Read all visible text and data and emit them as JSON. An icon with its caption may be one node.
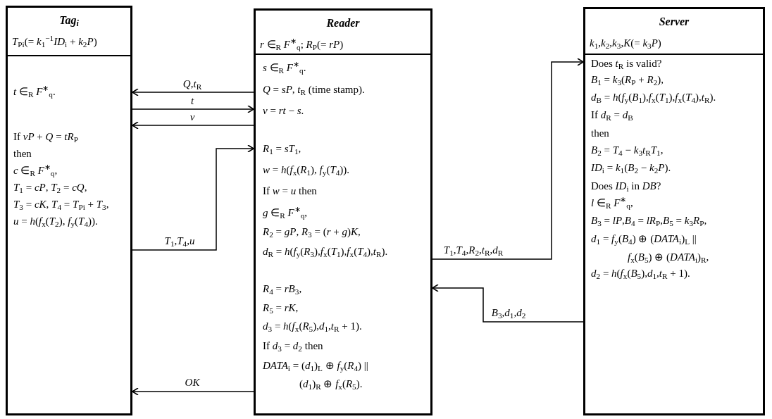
{
  "diagram": {
    "nodes": [
      {
        "text": [
          "Tag$_{i}$",
          "*T*$_{Pi}$(= *k*$_{1}$$^{−1}$*ID*$_{i}$ + *k*$_{2}$*P*)",
          "*t* ∈$_{R}$ *F*$^{∗}$$_{q}$.",
          "If *vP* + *Q* = *tR*$_{P}$",
          "then",
          "*c* ∈$_{R}$ *F*$^{∗}$$_{q}$,",
          "*T*$_{1}$ = *cP*, *T*$_{2}$ = *cQ*,",
          "*T*$_{3}$ = *cK*, *T*$_{4}$ = *T*$_{Pi}$ + *T*$_{3}$,",
          "*u* = *h*(*f*$_{x}$(*T*$_{2}$), *f*$_{y}$(*T*$_{4}$))."
        ]
      },
      {
        "text": [
          "Reader",
          "*r* ∈$_{R}$ *F*$^{∗}$$_{q}$; *R*$_{P}$(= *rP*)",
          "*s* ∈$_{R}$ *F*$^{∗}$$_{q}$.",
          "*Q* = *sP*, *t*$_{R}$ (time stamp).",
          "*v* = *rt* − *s*.",
          "*R*$_{1}$ = *sT*$_{1}$,",
          "*w* = *h*(*f*$_{x}$(*R*$_{1}$), *f*$_{y}$(*T*$_{4}$)).",
          "If *w* = *u* then",
          "*g* ∈$_{R}$ *F*$^{∗}$$_{q}$,",
          "*R*$_{2}$ = *gP*, *R*$_{3}$ = (*r* + *g*)*K*,",
          "*d*$_{R}$ = *h*(*f*$_{y}$(*R*$_{3}$),*f*$_{x}$(*T*$_{1}$),*f*$_{x}$(*T*$_{4}$),*t*$_{R}$).",
          "*R*$_{4}$ = *rB*$_{3}$,",
          "*R*$_{5}$ = *rK*,",
          "*d*$_{3}$ = *h*(*f*$_{x}$(*R*$_{5}$),*d*$_{1}$,*t*$_{R}$ + 1).",
          "If *d*$_{3}$ = *d*$_{2}$ then",
          "*DATA*$_{i}$ = (*d*$_{1}$)$_{L}$ ⊕ *f*$_{y}$(*R*$_{4}$) || (*d*$_{1}$)$_{R}$ ⊕ *f*$_{x}$(*R*$_{5}$)."
        ]
      },
      {
        "text": [
          "Server",
          "*k*$_{1}$,*k*$_{2}$,*k*$_{3}$,*K*(= *k*$_{3}$*P*)",
          "Does *t*$_{R}$ is valid?",
          "*B*$_{1}$ = *k*$_{3}$(*R*$_{P}$ + *R*$_{2}$),",
          "*d*$_{B}$ = *h*(*f*$_{y}$(*B*$_{1}$),*f*$_{x}$(*T*$_{1}$),*f*$_{x}$(*T*$_{4}$),*t*$_{R}$).",
          "If *d*$_{R}$ = *d*$_{B}$",
          "then",
          "*B*$_{2}$ = *T*$_{4}$ − *k*$_{3}$*t*$_{R}$*T*$_{1}$,",
          "*ID*$_{i}$ = *k*$_{1}$(*B*$_{2}$ − *k*$_{2}$*P*).",
          "Does *ID*$_{i}$ in *DB*?",
          "*l* ∈$_{R}$ *F*$^{∗}$$_{q}$,",
          "*B*$_{3}$ = *lP*,*B*$_{4}$ = *lR*$_{P}$,*B*$_{5}$ = *k*$_{3}$*R*$_{P}$,",
          "*d*$_{1}$ = *f*$_{y}$(*B*$_{4}$) ⊕ (*DATA*$_{i}$)$_{L}$ || *f*$_{x}$(*B*$_{5}$) ⊕ (*DATA*$_{i}$)$_{R}$,",
          "*d*$_{2}$ = *h*(*f*$_{x}$(*B*$_{5}$),*d*$_{1}$,*t*$_{R}$ + 1)."
        ]
      }
    ],
    "edges": [
      {
        "from": 1,
        "to": 0,
        "arrow": "to",
        "label": "*Q*,*t*$_{R}$"
      },
      {
        "from": 0,
        "to": 1,
        "arrow": "to",
        "label": "*t*"
      },
      {
        "from": 1,
        "to": 0,
        "arrow": "to",
        "label": "*v*"
      },
      {
        "from": 0,
        "to": 1,
        "arrow": "to",
        "label": "*T*$_{1}$,*T*$_{4}$,*u*"
      },
      {
        "from": 1,
        "to": 2,
        "arrow": "to",
        "label": "*T*$_{1}$,*T*$_{4}$,*R*$_{2}$,*t*$_{R}$,*d*$_{R}$"
      },
      {
        "from": 2,
        "to": 1,
        "arrow": "to",
        "label": "*B*$_{3}$,*d*$_{1}$,*d*$_{2}$"
      },
      {
        "from": 1,
        "to": 0,
        "arrow": "to",
        "label": "*OK*"
      }
    ]
  }
}
